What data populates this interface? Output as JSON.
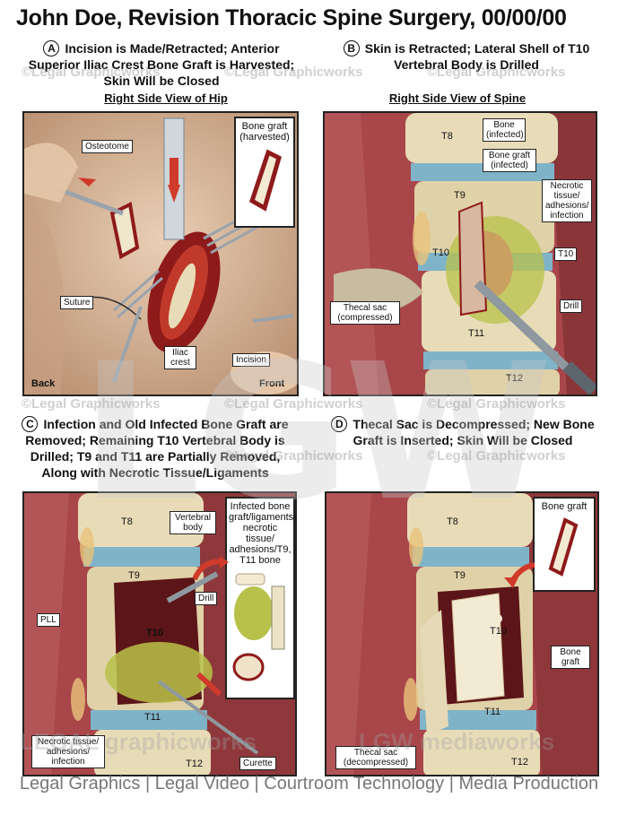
{
  "title": "John Doe, Revision Thoracic Spine Surgery, 00/00/00",
  "watermark": "©Legal Graphicworks",
  "big_watermark": "LGW",
  "bottom_watermark": {
    "left": "LEGAL graphicworks",
    "right": "LGW mediaworks"
  },
  "footer": "Legal Graphics | Legal Video | Courtroom Technology | Media Production",
  "panels": {
    "a": {
      "letter": "A",
      "caption": "Incision is Made/Retracted; Anterior Superior Iliac Crest Bone Graft is Harvested; Skin Will be Closed",
      "view": "Right Side View of Hip",
      "labels": {
        "osteotome": "Osteotome",
        "inset": "Bone graft (harvested)",
        "suture": "Suture",
        "iliac": "Iliac crest",
        "incision": "Incision",
        "back": "Back",
        "front": "Front"
      }
    },
    "b": {
      "letter": "B",
      "caption": "Skin is Retracted; Lateral Shell of T10 Vertebral Body is Drilled",
      "view": "Right Side View of Spine",
      "labels": {
        "t8": "T8",
        "t9": "T9",
        "t10_body": "T10",
        "t11": "T11",
        "t12": "T12",
        "bone_infected": "Bone (infected)",
        "graft_infected": "Bone graft (infected)",
        "necrotic": "Necrotic tissue/ adhesions/ infection",
        "t10": "T10",
        "thecal": "Thecal sac (compressed)",
        "drill": "Drill"
      }
    },
    "c": {
      "letter": "C",
      "caption": "Infection and Old Infected Bone Graft are Removed; Remaining T10 Vertebral Body is Drilled; T9 and T11 are Partially Removed, Along with Necrotic Tissue/Ligaments",
      "labels": {
        "t8": "T8",
        "t9": "T9",
        "t10": "T10",
        "t11": "T11",
        "t12": "T12",
        "vertebral_body": "Vertebral body",
        "drill": "Drill",
        "pll": "PLL",
        "necrotic": "Necrotic tissue/ adhesions/ infection",
        "curette": "Curette",
        "inset": "Infected bone graft/ligaments/ necrotic tissue/ adhesions/T9, T11 bone"
      }
    },
    "d": {
      "letter": "D",
      "caption": "Thecal Sac is Decompressed; New Bone Graft is Inserted; Skin Will be Closed",
      "labels": {
        "t8": "T8",
        "t9": "T9",
        "t10": "T10",
        "t11": "T11",
        "t12": "T12",
        "inset": "Bone graft",
        "bone_graft": "Bone graft",
        "thecal": "Thecal sac (decompressed)"
      }
    }
  },
  "colors": {
    "muscle": "#a8464a",
    "bone": "#e8dcb8",
    "disc": "#7fb3c8",
    "infection": "#b8c24a",
    "wound": "#9a1e1e",
    "skin": "#d9b79a"
  }
}
